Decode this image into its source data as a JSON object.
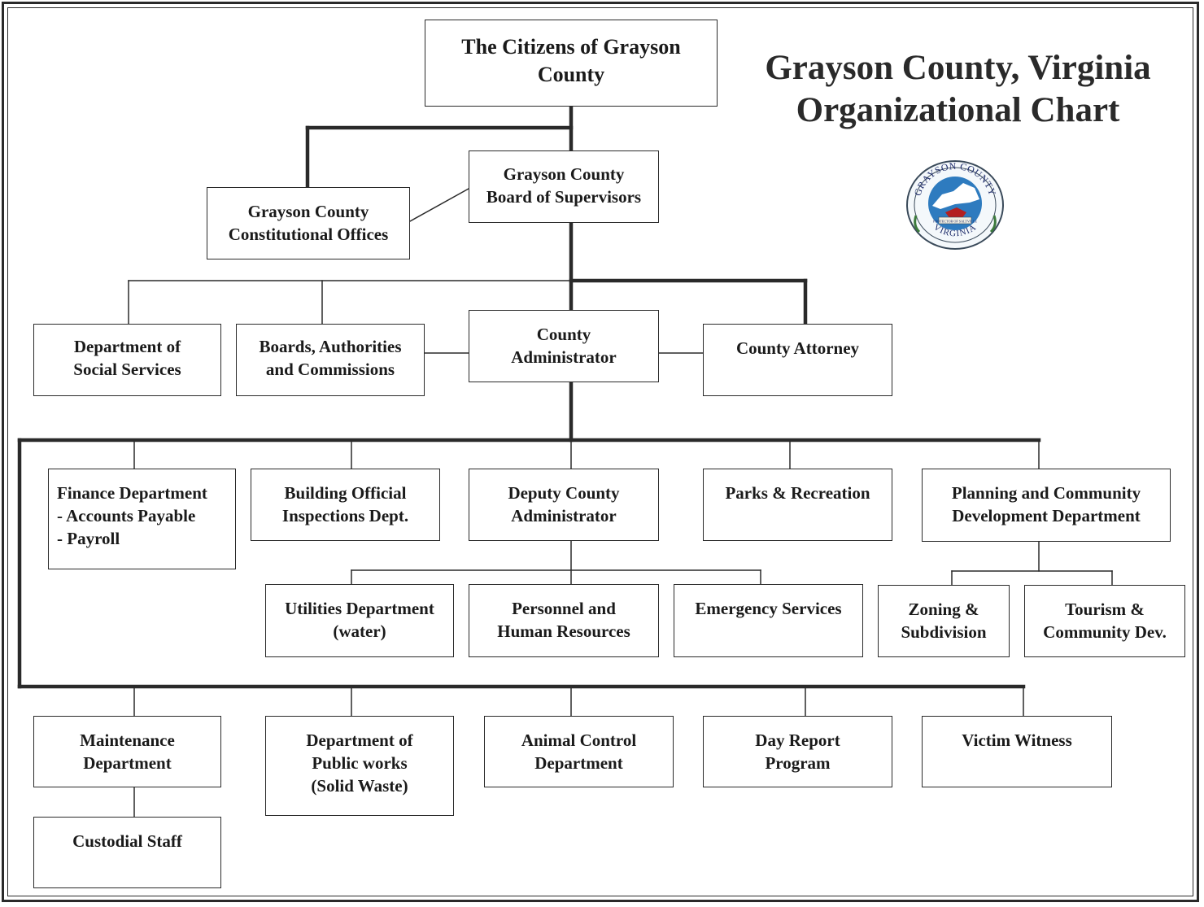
{
  "title": {
    "line1": "Grayson County, Virginia",
    "line2": "Organizational Chart"
  },
  "seal": {
    "top_text": "GRAYSON COUNTY",
    "bottom_text": "VIRGINIA",
    "banner_text": "PROTECTOR OF SALTVILLE"
  },
  "nodes": {
    "citizens": "The Citizens of Grayson\nCounty",
    "board": "Grayson County\nBoard of Supervisors",
    "constitutional": "Grayson County\nConstitutional Offices",
    "social": "Department of\nSocial Services",
    "boards_auth": "Boards, Authorities\nand Commissions",
    "administrator": "County\nAdministrator",
    "attorney": "County Attorney",
    "finance": "Finance Department\n- Accounts Payable\n- Payroll",
    "building": "Building Official\nInspections Dept.",
    "deputy": "Deputy County\nAdministrator",
    "parks": "Parks & Recreation",
    "planning": "Planning and Community\nDevelopment Department",
    "utilities": "Utilities Department\n(water)",
    "personnel": "Personnel and\nHuman Resources",
    "emergency": "Emergency Services",
    "zoning": "Zoning &\nSubdivision",
    "tourism": "Tourism &\nCommunity Dev.",
    "maintenance": "Maintenance\nDepartment",
    "public_works": "Department of\nPublic works\n(Solid Waste)",
    "animal": "Animal Control\nDepartment",
    "day_report": "Day Report\nProgram",
    "victim": "Victim Witness",
    "custodial": "Custodial Staff"
  }
}
